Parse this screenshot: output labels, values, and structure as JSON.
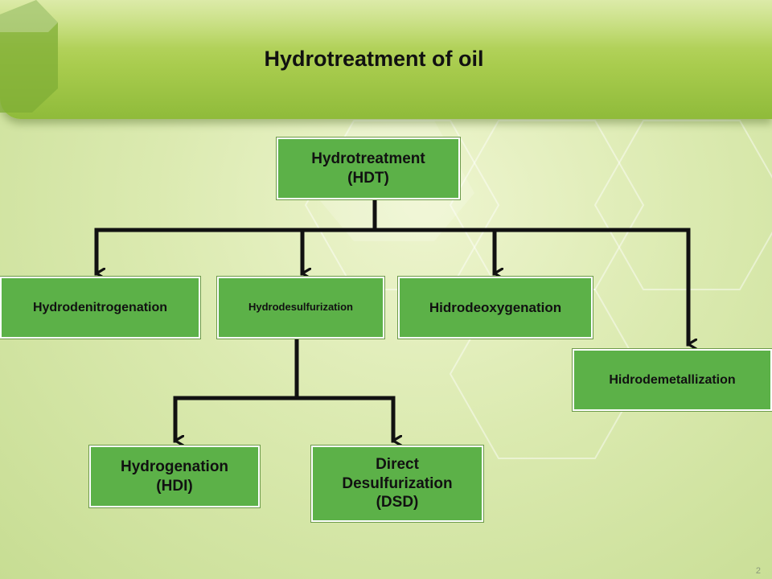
{
  "slide": {
    "title": "Hydrotreatment of oil",
    "page_number": "2"
  },
  "diagram": {
    "root": "Hydrotreatment\n(HDT)",
    "children": [
      "Hydrodenitrogenation",
      "Hydrodesulfurization",
      "Hidrodeoxygenation",
      "Hidrodemetallization"
    ],
    "hds_children": [
      "Hydrogenation\n(HDI)",
      "Direct\nDesulfurization\n(DSD)"
    ]
  },
  "colors": {
    "box_fill": "#5cb148",
    "connector": "#111111",
    "banner": "#a9cc4e",
    "background": "#dbeab0"
  }
}
